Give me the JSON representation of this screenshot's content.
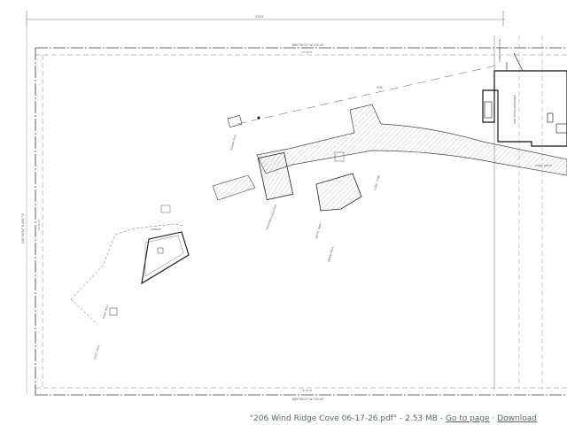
{
  "preview": {
    "drawing_labels": {
      "top_dimension": "333.0'",
      "north_line_label": "N89°58'52\" W 333.00'",
      "north_inner_label": "10' P.U.E.",
      "south_line_label": "N89°58'52\" W 333.00'",
      "south_inner_label": "10' P.U.E.",
      "west_line_label": "S00°00'52\" E 208.71'",
      "west_inner_label": "10' P.U.E.",
      "house_label": "ONE STORY RESIDENCE",
      "driveway_label": "CONC. DRIVE",
      "pad_label": "PROPOSED ADDITION",
      "well_label": "PROP. WELL",
      "tank_label": "SEPTIC TANK",
      "field_label": "DRAIN FIELD",
      "existing_well": "EXIST. WELL",
      "garage_label": "GARAGE",
      "slab_label": "CONC. SLAB",
      "overhead_label": "OHE",
      "utility_label": "POWER POLE",
      "right_label": "WIND RIDGE COVE"
    }
  },
  "footer": {
    "file_name": "\"206 Wind Ridge Cove 06-17-26.pdf\"",
    "separator_1": " - ",
    "file_size": "2.53 MB",
    "separator_2": " - ",
    "go_to_page": "Go to page",
    "separator_3": " · ",
    "download": "Download"
  }
}
